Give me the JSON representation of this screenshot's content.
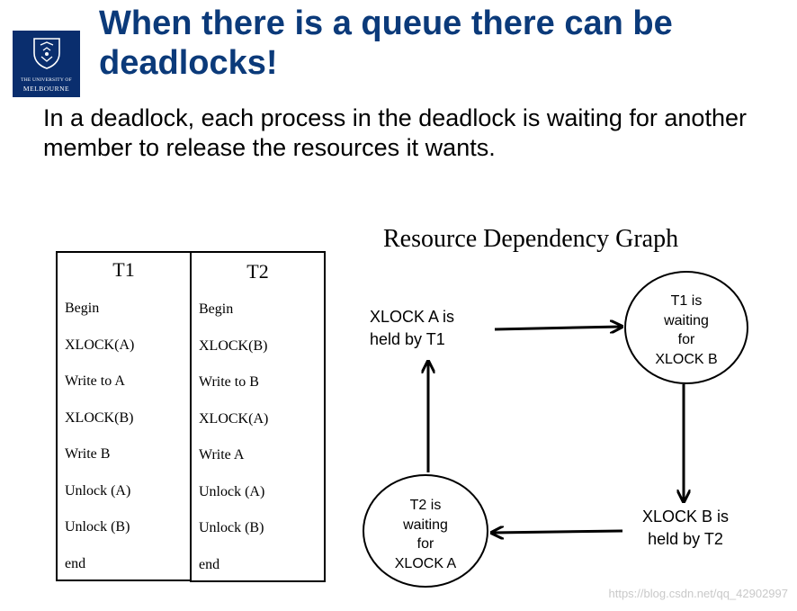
{
  "logo": {
    "line1": "THE UNIVERSITY OF",
    "line2": "MELBOURNE"
  },
  "title": "When there is a queue there can be deadlocks!",
  "subtitle": "In a deadlock, each process in the deadlock is waiting for another member to release the resources it wants.",
  "schedule": {
    "t1": {
      "header": "T1",
      "steps": [
        "Begin",
        "XLOCK(A)",
        "Write to A",
        "XLOCK(B)",
        "Write B",
        "Unlock (A)",
        "Unlock (B)",
        "end"
      ]
    },
    "t2": {
      "header": "T2",
      "steps": [
        "Begin",
        "XLOCK(B)",
        "Write to B",
        "XLOCK(A)",
        "Write A",
        "Unlock (A)",
        "Unlock (B)",
        "end"
      ]
    }
  },
  "graph": {
    "title": "Resource Dependency Graph",
    "node_xlock_a": {
      "line1": "XLOCK A is",
      "line2": "held by T1"
    },
    "node_t1_waiting": {
      "line1": "T1 is",
      "line2": "waiting",
      "line3": "for",
      "line4": "XLOCK B"
    },
    "node_xlock_b": {
      "line1": "XLOCK B is",
      "line2": "held by T2"
    },
    "node_t2_waiting": {
      "line1": "T2 is",
      "line2": "waiting",
      "line3": "for",
      "line4": "XLOCK A"
    }
  },
  "watermark": "https://blog.csdn.net/qq_42902997"
}
